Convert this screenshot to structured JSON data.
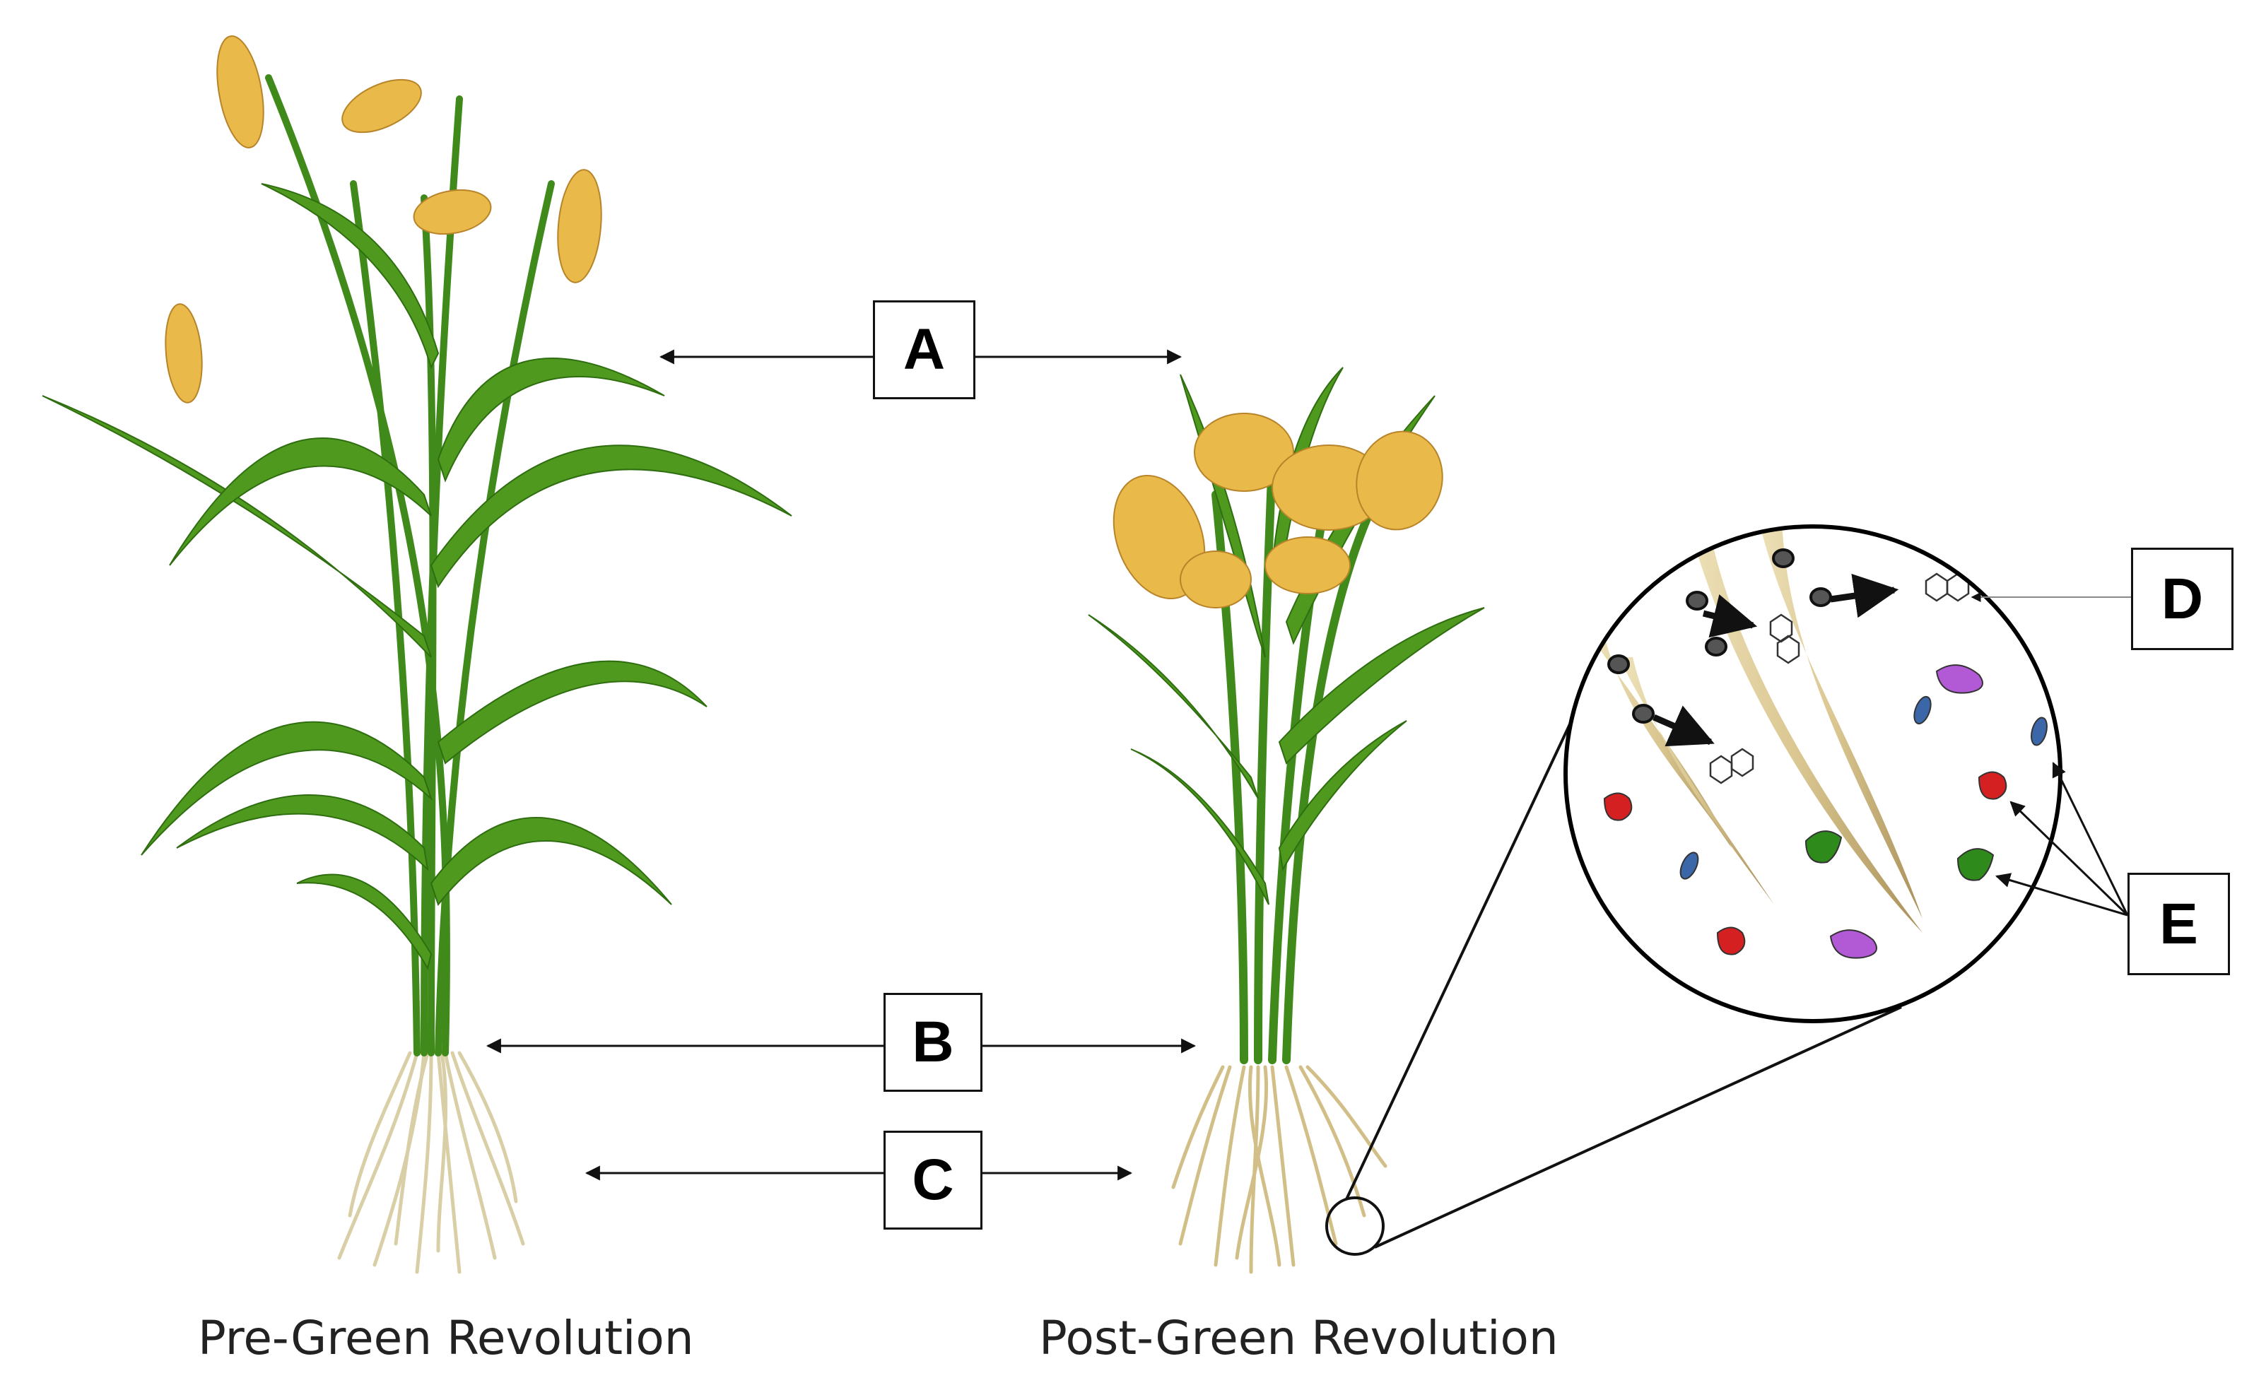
{
  "labels": {
    "a": "A",
    "b": "B",
    "c": "C",
    "d": "D",
    "e": "E"
  },
  "captions": {
    "left": "Pre-Green Revolution",
    "right": "Post-Green Revolution"
  },
  "colors": {
    "leaf": "#4f9a1e",
    "leaf_dark": "#2f6e10",
    "grain": "#e9b94a",
    "root": "#ddd2a8",
    "root_inset": "#e8d9ae",
    "microbe_red": "#d42020",
    "microbe_green": "#2e8a1a",
    "microbe_blue": "#3b67a8",
    "microbe_purple": "#b25ad6",
    "nodule": "#555555"
  }
}
